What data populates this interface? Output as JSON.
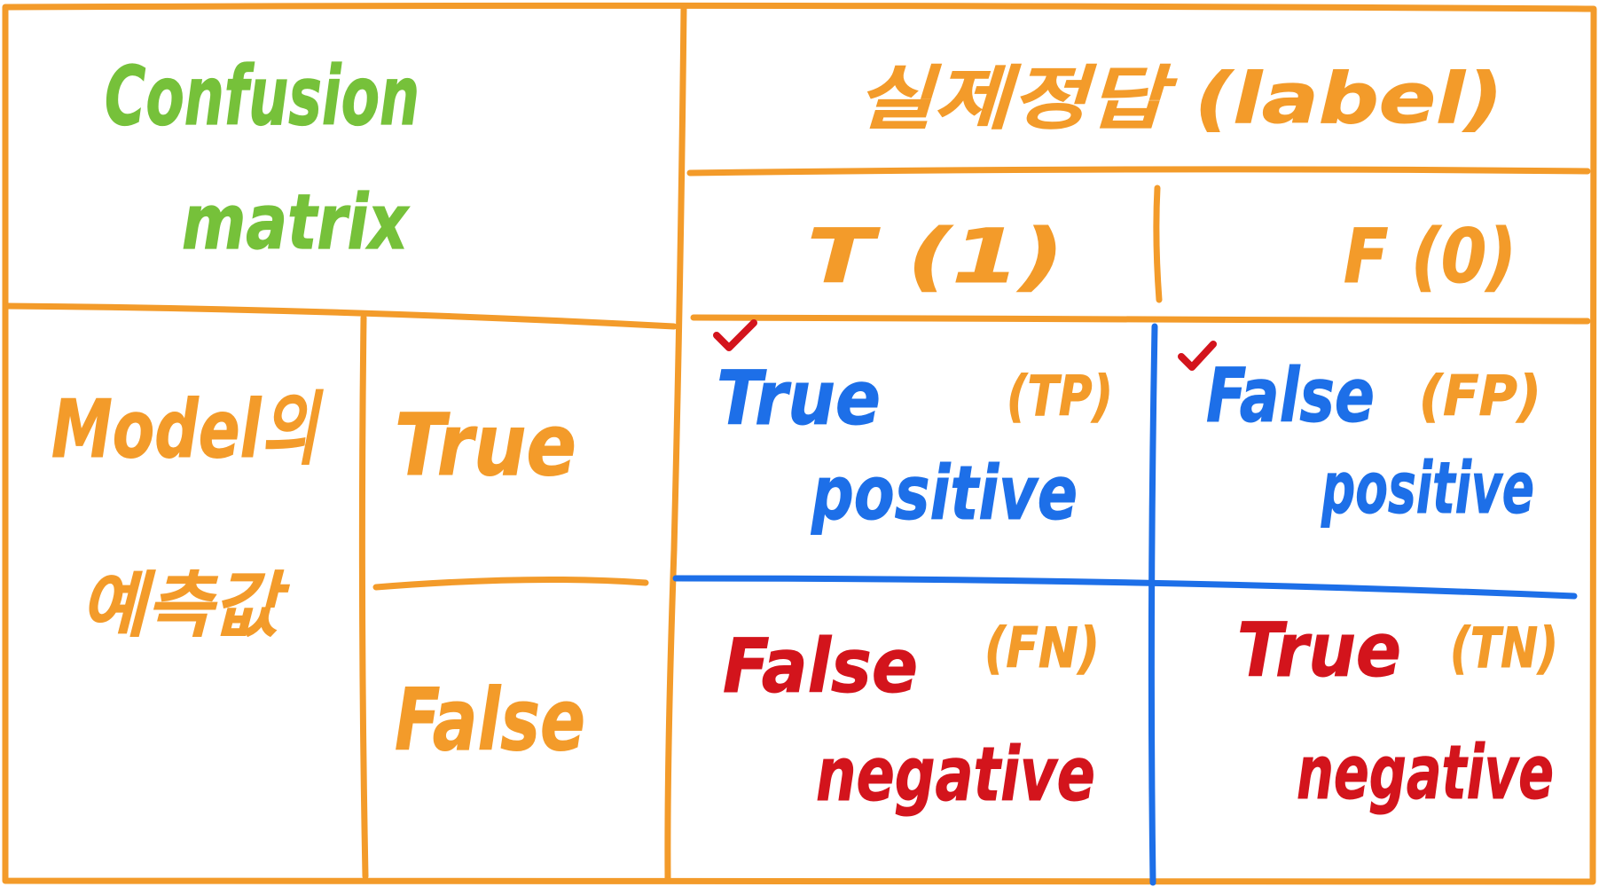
{
  "colors": {
    "orange": "#f39b2a",
    "green": "#76c13a",
    "blue": "#1d6fe8",
    "red": "#d3141c"
  },
  "title": {
    "line1": "Confusion",
    "line2": "matrix"
  },
  "actual_header": "실제정답 (label)",
  "actual_classes": {
    "positive": "T (1)",
    "negative": "F (0)"
  },
  "predicted_header": {
    "line1": "Model의",
    "line2": "예측값"
  },
  "predicted_classes": {
    "true": "True",
    "false": "False"
  },
  "cells": {
    "tp": {
      "line1": "True",
      "line2": "positive",
      "abbr": "(TP)",
      "checked": true
    },
    "fp": {
      "line1": "False",
      "line2": "positive",
      "abbr": "(FP)",
      "checked": true
    },
    "fn": {
      "line1": "False",
      "line2": "negative",
      "abbr": "(FN)",
      "checked": false
    },
    "tn": {
      "line1": "True",
      "line2": "negative",
      "abbr": "(TN)",
      "checked": false
    }
  },
  "icons": {
    "check": "checkmark-icon"
  }
}
